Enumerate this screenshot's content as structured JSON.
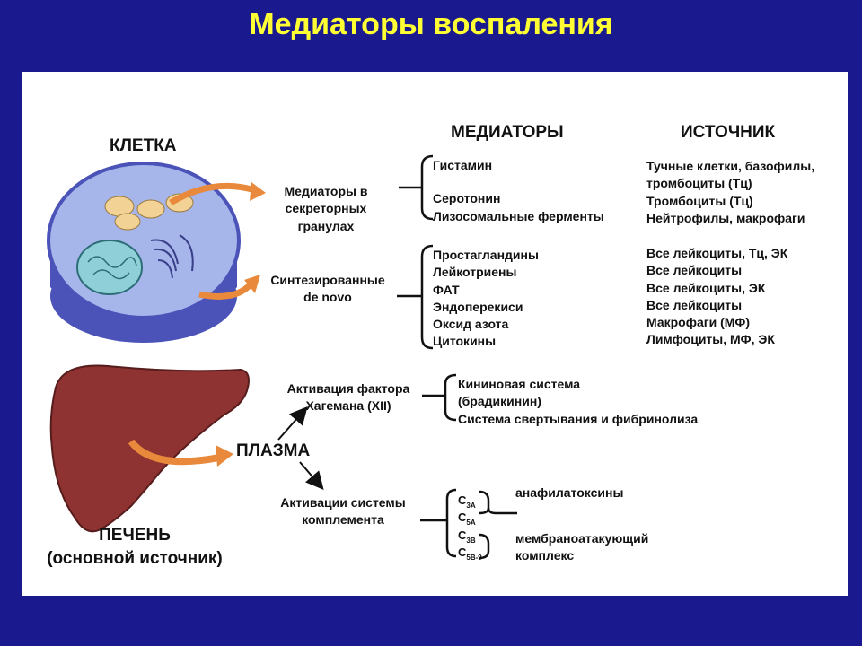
{
  "title": "Медиаторы воспаления",
  "labels": {
    "cell": "КЛЕТКА",
    "mediators_header": "МЕДИАТОРЫ",
    "source_header": "ИСТОЧНИК",
    "liver": "ПЕЧЕНЬ",
    "liver_note": "(основной источник)",
    "plasma": "ПЛАЗМА"
  },
  "categories": {
    "granules": [
      "Медиаторы в",
      "секреторных",
      "гранулах"
    ],
    "denovo": [
      "Синтезированные",
      "de novo"
    ],
    "hageman": [
      "Активация фактора",
      "Хагемана (XII)"
    ],
    "complement": [
      "Активации системы",
      "комплемента"
    ]
  },
  "granule_mediators": [
    "Гистамин",
    "Серотонин",
    "Лизосомальные ферменты"
  ],
  "granule_sources": [
    "Тучные клетки, базофилы,",
    "тромбоциты (Тц)",
    "Тромбоциты (Тц)",
    "Нейтрофилы, макрофаги"
  ],
  "denovo_mediators": [
    "Простагландины",
    "Лейкотриены",
    "ФАТ",
    "Эндоперекиси",
    "Оксид азота",
    "Цитокины"
  ],
  "denovo_sources": [
    "Все лейкоциты, Тц, ЭК",
    "Все лейкоциты",
    "Все лейкоциты, ЭК",
    "Все лейкоциты",
    "Макрофаги (МФ)",
    "Лимфоциты, МФ, ЭК"
  ],
  "hageman_items": [
    "Кининовая система",
    "(брадикинин)",
    "Система свертывания и фибринолиза"
  ],
  "complement_items": [
    {
      "base": "C",
      "sub": "3A"
    },
    {
      "base": "C",
      "sub": "5A"
    },
    {
      "base": "C",
      "sub": "3B"
    },
    {
      "base": "C",
      "sub": "5B-9"
    }
  ],
  "complement_results": {
    "anaphylatoxins": "анафилатоксины",
    "mac": [
      "мембраноатакующий",
      "комплекс"
    ]
  }
}
